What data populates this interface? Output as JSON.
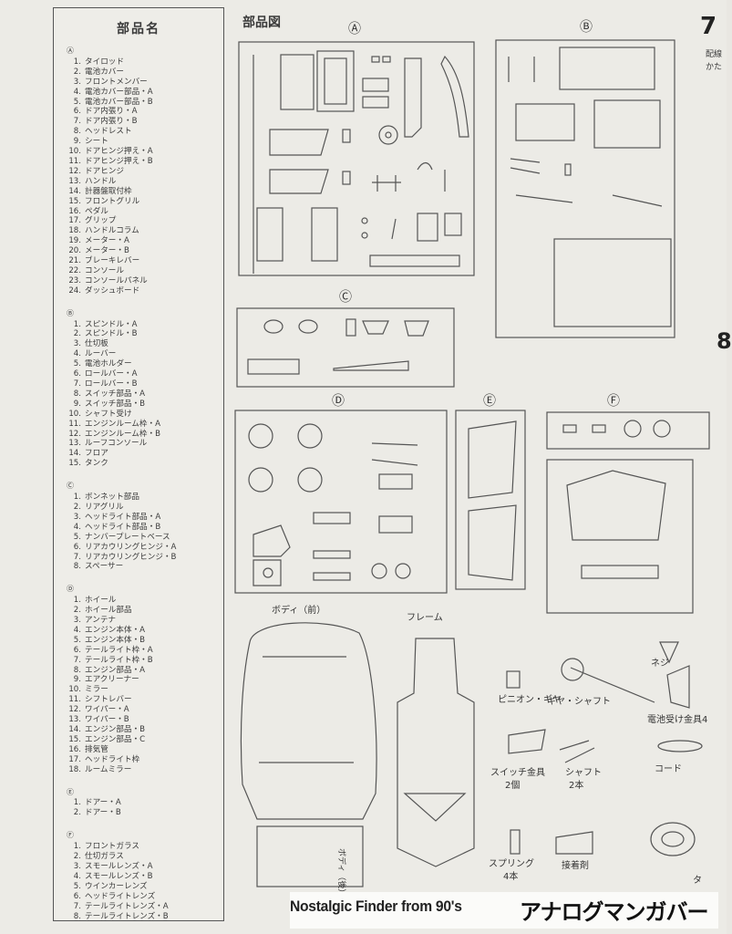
{
  "list": {
    "title": "部品名",
    "groups": [
      {
        "label": "Ⓐ",
        "items": [
          {
            "n": "1.",
            "t": "タイロッド"
          },
          {
            "n": "2.",
            "t": "電池カバー"
          },
          {
            "n": "3.",
            "t": "フロントメンバー"
          },
          {
            "n": "4.",
            "t": "電池カバー部品・A"
          },
          {
            "n": "5.",
            "t": "電池カバー部品・B"
          },
          {
            "n": "6.",
            "t": "ドア内張り・A"
          },
          {
            "n": "7.",
            "t": "ドア内張り・B"
          },
          {
            "n": "8.",
            "t": "ヘッドレスト"
          },
          {
            "n": "9.",
            "t": "シート"
          },
          {
            "n": "10.",
            "t": "ドアヒンジ押え・A"
          },
          {
            "n": "11.",
            "t": "ドアヒンジ押え・B"
          },
          {
            "n": "12.",
            "t": "ドアヒンジ"
          },
          {
            "n": "13.",
            "t": "ハンドル"
          },
          {
            "n": "14.",
            "t": "計器盤取付枠"
          },
          {
            "n": "15.",
            "t": "フロントグリル"
          },
          {
            "n": "16.",
            "t": "ペダル"
          },
          {
            "n": "17.",
            "t": "グリップ"
          },
          {
            "n": "18.",
            "t": "ハンドルコラム"
          },
          {
            "n": "19.",
            "t": "メーター・A"
          },
          {
            "n": "20.",
            "t": "メーター・B"
          },
          {
            "n": "21.",
            "t": "ブレーキレバー"
          },
          {
            "n": "22.",
            "t": "コンソール"
          },
          {
            "n": "23.",
            "t": "コンソールパネル"
          },
          {
            "n": "24.",
            "t": "ダッシュボード"
          }
        ]
      },
      {
        "label": "Ⓑ",
        "items": [
          {
            "n": "1.",
            "t": "スピンドル・A"
          },
          {
            "n": "2.",
            "t": "スピンドル・B"
          },
          {
            "n": "3.",
            "t": "仕切板"
          },
          {
            "n": "4.",
            "t": "ルーバー"
          },
          {
            "n": "5.",
            "t": "電池ホルダー"
          },
          {
            "n": "6.",
            "t": "ロールバー・A"
          },
          {
            "n": "7.",
            "t": "ロールバー・B"
          },
          {
            "n": "8.",
            "t": "スイッチ部品・A"
          },
          {
            "n": "9.",
            "t": "スイッチ部品・B"
          },
          {
            "n": "10.",
            "t": "シャフト受け"
          },
          {
            "n": "11.",
            "t": "エンジンルーム枠・A"
          },
          {
            "n": "12.",
            "t": "エンジンルーム枠・B"
          },
          {
            "n": "13.",
            "t": "ルーフコンソール"
          },
          {
            "n": "14.",
            "t": "フロア"
          },
          {
            "n": "15.",
            "t": "タンク"
          }
        ]
      },
      {
        "label": "Ⓒ",
        "items": [
          {
            "n": "1.",
            "t": "ボンネット部品"
          },
          {
            "n": "2.",
            "t": "リアグリル"
          },
          {
            "n": "3.",
            "t": "ヘッドライト部品・A"
          },
          {
            "n": "4.",
            "t": "ヘッドライト部品・B"
          },
          {
            "n": "5.",
            "t": "ナンバープレートベース"
          },
          {
            "n": "6.",
            "t": "リアカウリングヒンジ・A"
          },
          {
            "n": "7.",
            "t": "リアカウリングヒンジ・B"
          },
          {
            "n": "8.",
            "t": "スペーサー"
          }
        ]
      },
      {
        "label": "Ⓓ",
        "items": [
          {
            "n": "1.",
            "t": "ホイール"
          },
          {
            "n": "2.",
            "t": "ホイール部品"
          },
          {
            "n": "3.",
            "t": "アンテナ"
          },
          {
            "n": "4.",
            "t": "エンジン本体・A"
          },
          {
            "n": "5.",
            "t": "エンジン本体・B"
          },
          {
            "n": "6.",
            "t": "テールライト枠・A"
          },
          {
            "n": "7.",
            "t": "テールライト枠・B"
          },
          {
            "n": "8.",
            "t": "エンジン部品・A"
          },
          {
            "n": "9.",
            "t": "エアクリーナー"
          },
          {
            "n": "10.",
            "t": "ミラー"
          },
          {
            "n": "11.",
            "t": "シフトレバー"
          },
          {
            "n": "12.",
            "t": "ワイパー・A"
          },
          {
            "n": "13.",
            "t": "ワイパー・B"
          },
          {
            "n": "14.",
            "t": "エンジン部品・B"
          },
          {
            "n": "15.",
            "t": "エンジン部品・C"
          },
          {
            "n": "16.",
            "t": "排気管"
          },
          {
            "n": "17.",
            "t": "ヘッドライト枠"
          },
          {
            "n": "18.",
            "t": "ルームミラー"
          }
        ]
      },
      {
        "label": "Ⓔ",
        "items": [
          {
            "n": "1.",
            "t": "ドアー・A"
          },
          {
            "n": "2.",
            "t": "ドアー・B"
          }
        ]
      },
      {
        "label": "Ⓕ",
        "items": [
          {
            "n": "1.",
            "t": "フロントガラス"
          },
          {
            "n": "2.",
            "t": "仕切ガラス"
          },
          {
            "n": "3.",
            "t": "スモールレンズ・A"
          },
          {
            "n": "4.",
            "t": "スモールレンズ・B"
          },
          {
            "n": "5.",
            "t": "ウインカーレンズ"
          },
          {
            "n": "6.",
            "t": "ヘッドライトレンズ"
          },
          {
            "n": "7.",
            "t": "テールライトレンズ・A"
          },
          {
            "n": "8.",
            "t": "テールライトレンズ・B"
          }
        ]
      }
    ]
  },
  "diagram": {
    "title": "部品図",
    "sheet_number": "7",
    "sheet_number_next": "8",
    "edge_text_1": "配線",
    "edge_text_2": "かた",
    "runner_labels": {
      "a": "Ⓐ",
      "b": "Ⓑ",
      "c": "Ⓒ",
      "d": "Ⓓ",
      "e": "Ⓔ",
      "f": "Ⓕ"
    },
    "loose_parts": {
      "body_front": "ボディ（前）",
      "frame": "フレーム",
      "body_rear": "ボディ（後）",
      "pinion": "ピニオン・ギヤ",
      "gear_shaft": "ギヤ・シャフト",
      "screw": "ネジ",
      "battery_bracket": "電池受け金具4",
      "switch_bracket": "スイッチ金具",
      "switch_bracket_qty": "2個",
      "shaft": "シャフト",
      "shaft_qty": "2本",
      "cord": "コード",
      "spring": "スプリング",
      "spring_qty": "4本",
      "adhesive": "接着剤",
      "tire": "タ"
    }
  },
  "footer": {
    "brand_text": "Nostalgic Finder from 90's",
    "brand_logo": "アナログマンガバー"
  }
}
